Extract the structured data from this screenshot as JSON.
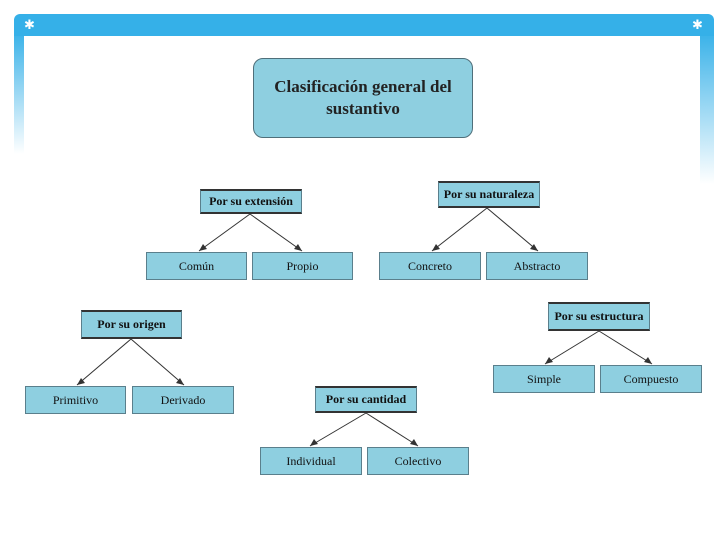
{
  "title": "Clasificación general del sustantivo",
  "groups": {
    "extension": {
      "label": "Por su extensión",
      "children": [
        "Común",
        "Propio"
      ]
    },
    "naturaleza": {
      "label": "Por su naturaleza",
      "children": [
        "Concreto",
        "Abstracto"
      ]
    },
    "origen": {
      "label": "Por su origen",
      "children": [
        "Primitivo",
        "Derivado"
      ]
    },
    "estructura": {
      "label": "Por su estructura",
      "children": [
        "Simple",
        "Compuesto"
      ]
    },
    "cantidad": {
      "label": "Por su cantidad",
      "children": [
        "Individual",
        "Colectivo"
      ]
    }
  },
  "colors": {
    "frame": "#35b0e8",
    "box_fill": "#8ecfe0",
    "line": "#333333"
  }
}
